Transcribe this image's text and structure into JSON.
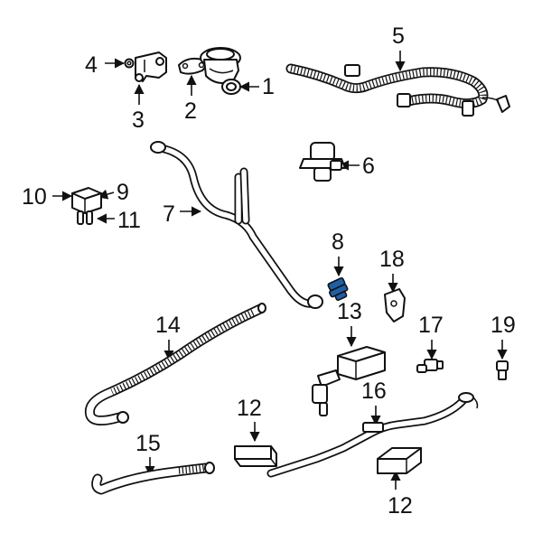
{
  "diagram": {
    "highlight_color": "#1f5fa8",
    "line_color": "#111111",
    "background": "#ffffff",
    "callouts": [
      {
        "id": "c1",
        "label": "1"
      },
      {
        "id": "c2",
        "label": "2"
      },
      {
        "id": "c3",
        "label": "3"
      },
      {
        "id": "c4",
        "label": "4"
      },
      {
        "id": "c5",
        "label": "5"
      },
      {
        "id": "c6",
        "label": "6"
      },
      {
        "id": "c7",
        "label": "7"
      },
      {
        "id": "c8",
        "label": "8"
      },
      {
        "id": "c9",
        "label": "9"
      },
      {
        "id": "c10",
        "label": "10"
      },
      {
        "id": "c11",
        "label": "11"
      },
      {
        "id": "c12a",
        "label": "12"
      },
      {
        "id": "c12b",
        "label": "12"
      },
      {
        "id": "c13",
        "label": "13"
      },
      {
        "id": "c14",
        "label": "14"
      },
      {
        "id": "c15",
        "label": "15"
      },
      {
        "id": "c16",
        "label": "16"
      },
      {
        "id": "c17",
        "label": "17"
      },
      {
        "id": "c18",
        "label": "18"
      },
      {
        "id": "c19",
        "label": "19"
      }
    ]
  }
}
